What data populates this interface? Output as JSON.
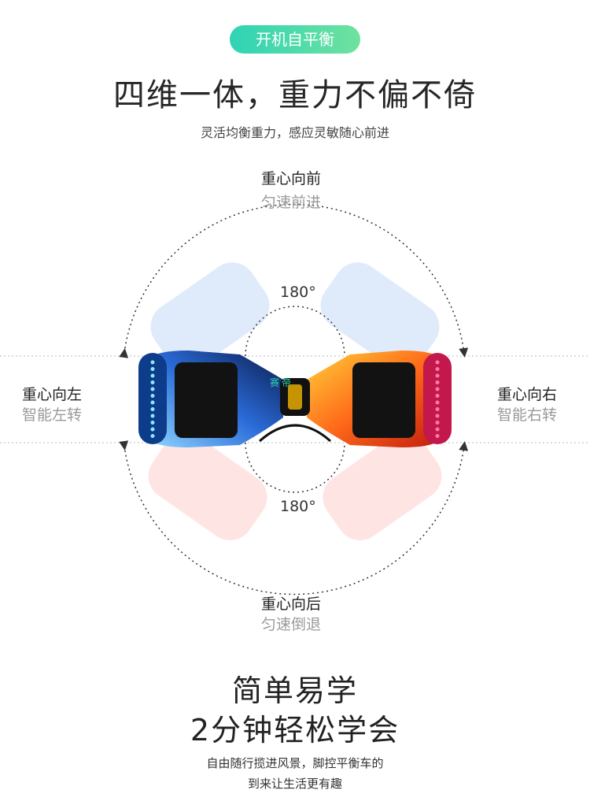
{
  "badge": "开机自平衡",
  "headline": "四维一体，重力不偏不倚",
  "subline": "灵活均衡重力，感应灵敏随心前进",
  "directions": {
    "forward": {
      "title": "重心向前",
      "desc": "匀速前进"
    },
    "backward": {
      "title": "重心向后",
      "desc": "匀速倒退"
    },
    "left": {
      "title": "重心向左",
      "desc": "智能左转"
    },
    "right": {
      "title": "重心向右",
      "desc": "智能右转"
    }
  },
  "rotation": {
    "top": "180°",
    "bottom": "180°"
  },
  "board_logo": "赛 帝",
  "bottom": {
    "line1": "简单易学",
    "line2": "2分钟轻松学会",
    "desc1": "自由随行揽进风景，脚控平衡车的",
    "desc2": "到来让生活更有趣"
  },
  "colors": {
    "accent_start": "#2fd3b6",
    "accent_end": "#6fe29e",
    "flame": "#ff6a1a",
    "ice": "#2a6bd8"
  }
}
